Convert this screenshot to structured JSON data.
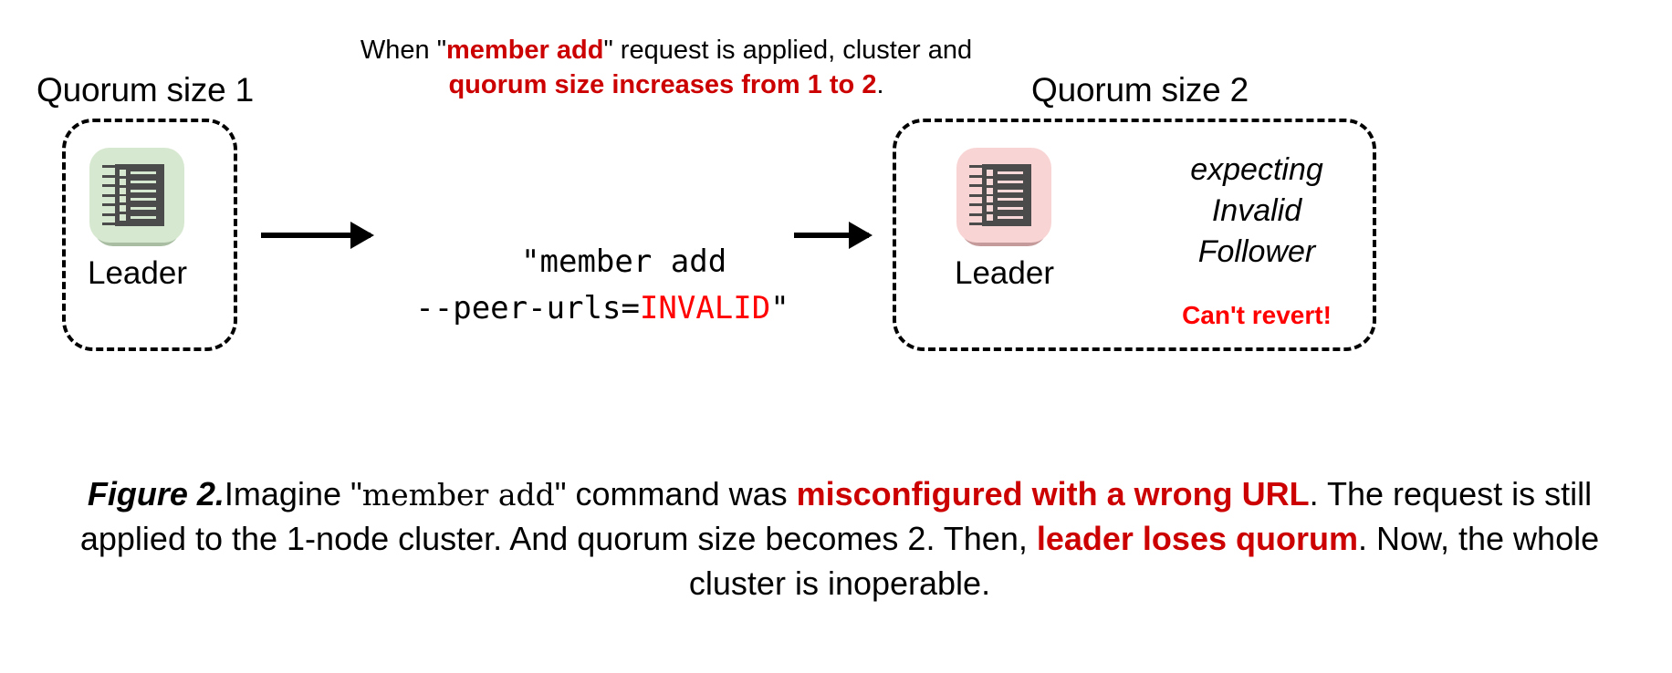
{
  "figure": {
    "number": "Figure 2.",
    "caption_parts": {
      "lead": "Imagine \"",
      "command_inline": "member add",
      "after_command": "\" command was ",
      "highlight1": "misconfigured with a wrong URL",
      "mid": ". The request is still applied to the 1-node cluster. And quorum size becomes 2. Then, ",
      "highlight2": "leader loses quorum",
      "tail": ". Now, the whole cluster is inoperable."
    }
  },
  "top_note": {
    "part1": "When \"",
    "bold1": "member add",
    "part2": "\" request is applied, cluster and ",
    "bold2": "quorum size increases from 1 to 2",
    "part3": "."
  },
  "command": {
    "line1": "\"member add",
    "line2_prefix": "--peer-urls=",
    "line2_invalid": "INVALID",
    "line2_suffix": "\""
  },
  "clusters": {
    "left": {
      "title": "Quorum size 1",
      "node_label": "Leader",
      "node_state": "healthy"
    },
    "right": {
      "title": "Quorum size 2",
      "node_label": "Leader",
      "node_state": "unhealthy",
      "expecting_line1": "expecting",
      "expecting_line2": "Invalid",
      "expecting_line3": "Follower",
      "warning": "Can't revert!"
    }
  },
  "arrows": {
    "left_label": "apply-request-arrow",
    "right_label": "result-arrow"
  },
  "colors": {
    "accent_red": "#cc0000",
    "pure_red": "#ff0000",
    "node_healthy_bg": "#d7e8d0",
    "node_unhealthy_bg": "#f9d4d4",
    "rack_body": "#4b4b4b",
    "text": "#000000",
    "background": "#ffffff"
  }
}
